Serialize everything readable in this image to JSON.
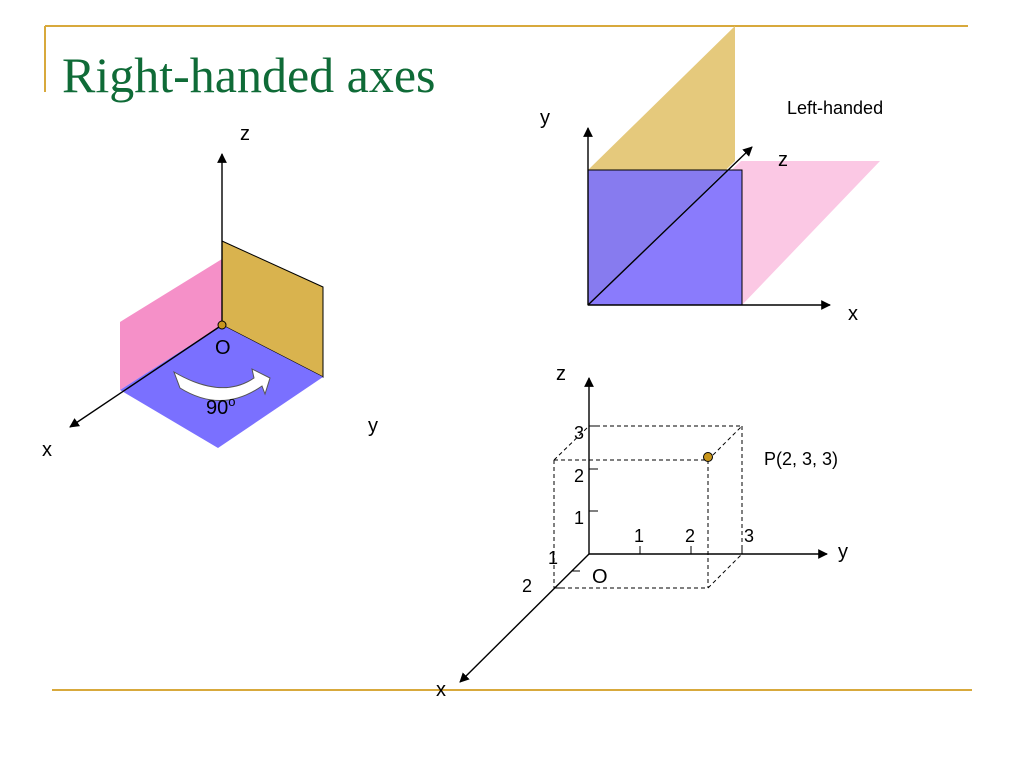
{
  "slide": {
    "title": "Right-handed axes"
  },
  "colors": {
    "title": "#0f6b37",
    "rule": "#d8a93c",
    "plane_pink": "#f590c8",
    "plane_gold": "#d9b34e",
    "plane_blue": "#7a70ff",
    "plane_pink_light": "#fbc8e4",
    "plane_gold_light": "#e5c97c",
    "point": "#c8961c"
  },
  "right_handed": {
    "z_label": "z",
    "y_label": "y",
    "x_label": "x",
    "origin_label": "O",
    "angle_label": "90",
    "angle_sup": "o"
  },
  "left_handed": {
    "caption": "Left-handed",
    "y_label": "y",
    "z_label": "z",
    "x_label": "x"
  },
  "point_diagram": {
    "z_label": "z",
    "y_label": "y",
    "x_label": "x",
    "origin_label": "O",
    "z_ticks": [
      "1",
      "2",
      "3"
    ],
    "y_ticks": [
      "1",
      "2",
      "3"
    ],
    "x_ticks": [
      "1",
      "2"
    ],
    "point_label": "P(2, 3, 3)"
  }
}
